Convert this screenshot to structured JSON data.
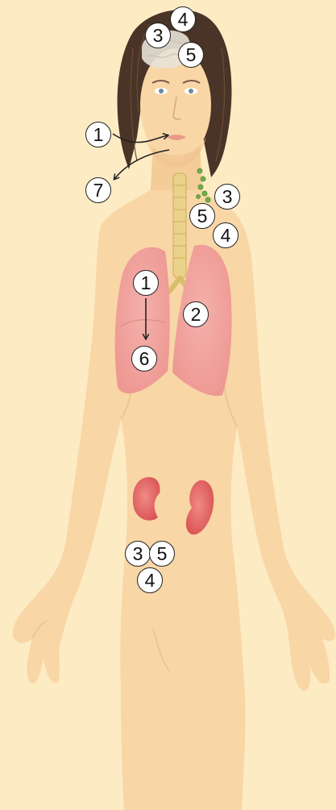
{
  "colors": {
    "background": "#fdebc4",
    "skin": "#f8d6a6",
    "hair": "#4a3427",
    "lungs": "#f2a4a0",
    "kidneys": "#e76b6b",
    "trachea": "#ead28a",
    "lymph_nodes": "#6fb04a",
    "brain_highlight": "#e8e2d8"
  },
  "callouts": [
    {
      "id": "c-head-3",
      "label": "3"
    },
    {
      "id": "c-head-4",
      "label": "4"
    },
    {
      "id": "c-head-5",
      "label": "5"
    },
    {
      "id": "c-face-1",
      "label": "1"
    },
    {
      "id": "c-face-7",
      "label": "7"
    },
    {
      "id": "c-neck-3",
      "label": "3"
    },
    {
      "id": "c-neck-5",
      "label": "5"
    },
    {
      "id": "c-neck-4",
      "label": "4"
    },
    {
      "id": "c-lung-1",
      "label": "1"
    },
    {
      "id": "c-lung-2",
      "label": "2"
    },
    {
      "id": "c-lung-6",
      "label": "6"
    },
    {
      "id": "c-kidney-3",
      "label": "3"
    },
    {
      "id": "c-kidney-5",
      "label": "5"
    },
    {
      "id": "c-kidney-4",
      "label": "4"
    }
  ]
}
